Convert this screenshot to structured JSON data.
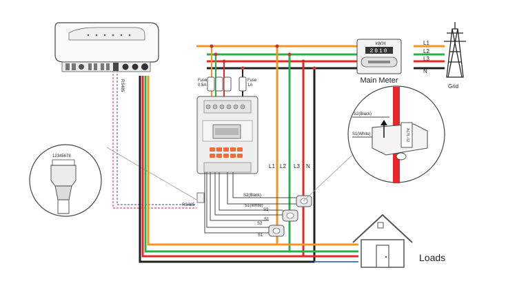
{
  "colors": {
    "l1": "#f7941d",
    "l2": "#2ab04a",
    "l3": "#e8262a",
    "n": "#231f20",
    "neutral_load": "#4a7fc1",
    "rs485_pink": "#e0457b",
    "rs485_violet": "#7b5ea7",
    "device": "#eeeeee",
    "outline": "#555555"
  },
  "grid": {
    "line_labels": [
      "L1",
      "L2",
      "L3",
      "N"
    ],
    "label": "Grid"
  },
  "main_meter": {
    "label": "Main Meter",
    "unit": "kW.H",
    "reading": "2010"
  },
  "meter_unit": {
    "fuse_left": [
      "Fuse",
      "0.5A"
    ],
    "fuse_right": [
      "Fuse",
      "1A"
    ]
  },
  "inverter": {
    "port_label": "RS485"
  },
  "rs485_link": {
    "label": "RS485",
    "pin_numbers": "12345678"
  },
  "ct_labels": {
    "s2_black": "S2(Black)",
    "s1_white": "S1(White)",
    "s2": "S2",
    "s1": "S1",
    "s2_b": "S2",
    "s1_b": "S1"
  },
  "vertical_line_labels": [
    "L1",
    "L2",
    "L3",
    "N"
  ],
  "ct_zoom": {
    "s2_label": "S2(Black)",
    "s1_label": "S1(White)",
    "model_text": "ACTL-02"
  },
  "loads": {
    "label": "Loads"
  }
}
